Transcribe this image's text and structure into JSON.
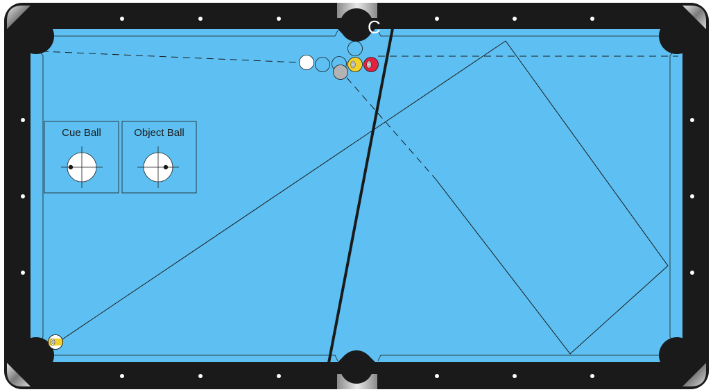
{
  "colors": {
    "rail": "#1a1a1a",
    "cloth": "#5ec0f2",
    "diamond": "#ffffff",
    "line": "#1a1a1a",
    "cue_ball": "#ffffff",
    "ghost_ball": "#5ec0f2",
    "object_ball_gray": "#b3b3b3",
    "nine_ball_yellow": "#f2d22a",
    "three_ball_red": "#e0213f",
    "pocket_chrome": "#9a9a9a"
  },
  "pocket_label": "C",
  "diagram_boxes": [
    {
      "id": "cue-ball",
      "title": "Cue Ball",
      "aim_dot": "left"
    },
    {
      "id": "object-ball",
      "title": "Object Ball",
      "aim_dot": "right"
    }
  ]
}
